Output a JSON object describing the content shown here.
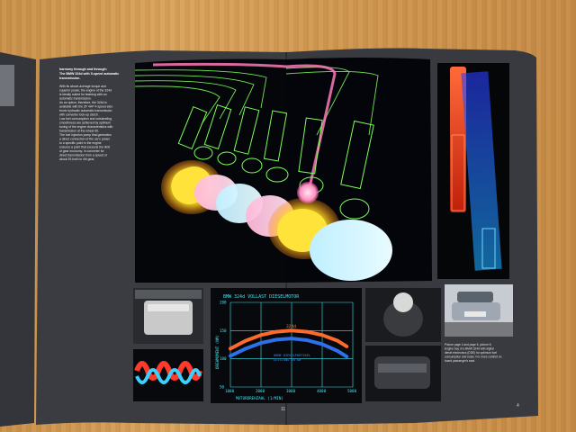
{
  "left_page": {
    "heading_lines": [
      "harmony through and through:",
      "The BMW 324d with 5-speed automatic",
      "transmission."
    ],
    "body_lines": [
      "With its above-average torque and",
      "superior power, the engine of the 324d",
      "is ideally suited for teaming with an",
      "automatic transmission.",
      "As an option, therefore, the 324d is",
      "available with the ZF 4HP 4-speed elec-",
      "tronic hydraulic automatic transmission",
      "with converter lock-up clutch.",
      "Low fuel consumption and outstanding",
      "smoothness are achieved by optimum",
      "tuning of the engine characteristics with",
      "transmission at the wheel 65.",
      "The fuel injection pump that generates",
      "a direct connection of the car's power",
      "to a specific point in the engine",
      "ensures a point that exceeds the limit",
      "of gear economy. In converter for",
      "direct transmission from a speed of",
      "about 25 km/h in 4th gear."
    ],
    "page_number": "11"
  },
  "chart": {
    "title": "BMW 324d VOLLAST DIESELMOTOR",
    "ylabel": "DREHMOMENT (NM)",
    "xlabel": "MOTORDREHZAHL (1/MIN)",
    "label_red": "324d",
    "label_blue_1": "OHNE DIESELPARTIKEL",
    "label_blue_2": "LEISTUNG IN KW"
  },
  "chart_data": {
    "type": "line",
    "xlabel": "MOTORDREHZAHL (1/MIN)",
    "ylabel": "DREHMOMENT (NM)",
    "x_ticks": [
      "1000",
      "2000",
      "3000",
      "4000",
      "5000"
    ],
    "y_ticks": [
      "50",
      "100",
      "150",
      "200"
    ],
    "xlim": [
      1000,
      5000
    ],
    "ylim": [
      50,
      200
    ],
    "series": [
      {
        "name": "324d",
        "color": "#ff6a2a",
        "x": [
          1000,
          1500,
          2000,
          2500,
          3000,
          3500,
          4000,
          4500,
          4800
        ],
        "y": [
          118,
          132,
          142,
          148,
          150,
          148,
          142,
          132,
          122
        ]
      },
      {
        "name": "OHNE DIESELPARTIKEL",
        "color": "#2f6fe8",
        "x": [
          1000,
          1500,
          2000,
          2500,
          3000,
          3500,
          4000,
          4500,
          4800
        ],
        "y": [
          105,
          118,
          128,
          134,
          136,
          133,
          126,
          114,
          104
        ]
      }
    ]
  },
  "right_page": {
    "caption_lines": [
      "Picture page 4 and page 5, picture 6:",
      "Engine bay of a BMW 324d with digital",
      "diesel electronics (DDE) for optimum fuel",
      "consumption and noise. For more comfort on",
      "board passenger's seat."
    ],
    "page_number": "4"
  },
  "colors": {
    "page": "#3a3b40",
    "neon_green": "#7cff5a",
    "neon_pink": "#ff7ab8",
    "neon_yellow": "#ffe23a",
    "neon_cyan": "#39e7f0",
    "neon_red": "#ff3a2a",
    "neon_blue": "#2f6fe8"
  }
}
